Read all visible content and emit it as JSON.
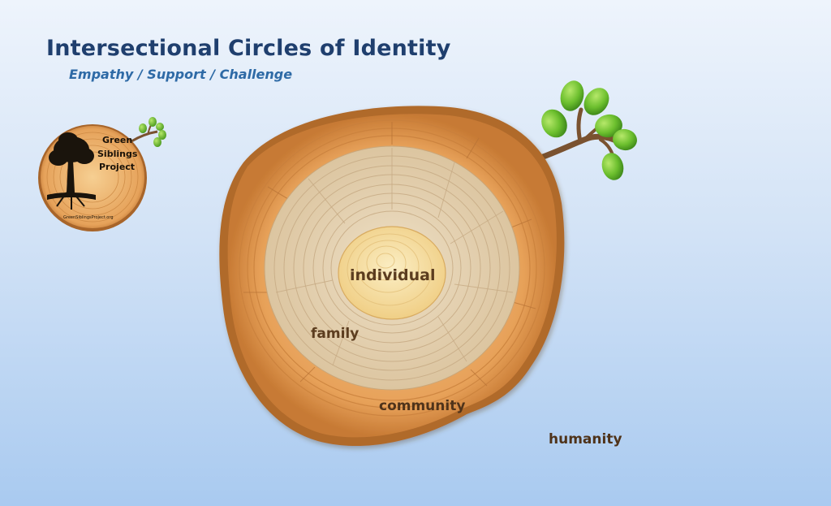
{
  "header": {
    "title": "Intersectional Circles of Identity",
    "subtitle": "Empathy / Support / Challenge"
  },
  "logo": {
    "line1": "Green",
    "line2": "Siblings",
    "line3": "Project",
    "url": "GreenSiblingsProject.org"
  },
  "diagram": {
    "rings": [
      {
        "label": "individual"
      },
      {
        "label": "family"
      },
      {
        "label": "community"
      },
      {
        "label": "humanity"
      }
    ]
  },
  "colors": {
    "title": "#1f3f6e",
    "subtitle": "#2e6aa6",
    "wood_outer": "#e8a55a",
    "wood_family": "#e0c9a6",
    "wood_core": "#f5dfa6",
    "leaf": "#6cbf2e",
    "label_text": "#5a3a1e"
  }
}
